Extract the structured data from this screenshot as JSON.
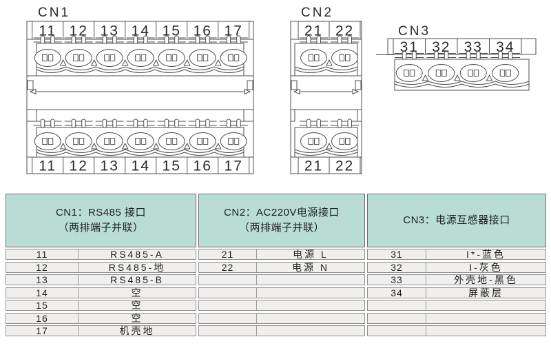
{
  "connectors": [
    {
      "id": "cn1",
      "title": "CN1",
      "terminals": [
        "11",
        "12",
        "13",
        "14",
        "15",
        "16",
        "17"
      ],
      "rows": 2
    },
    {
      "id": "cn2",
      "title": "CN2",
      "terminals": [
        "21",
        "22"
      ],
      "rows": 2
    },
    {
      "id": "cn3",
      "title": "CN3",
      "terminals": [
        "31",
        "32",
        "33",
        "34"
      ],
      "rows": 1
    }
  ],
  "table": {
    "groups": [
      {
        "header_line1": "CN1：RS485 接口",
        "header_line2": "（两排端子并联）",
        "rows": [
          [
            "11",
            "RS485-A"
          ],
          [
            "12",
            "RS485-地"
          ],
          [
            "13",
            "RS485-B"
          ],
          [
            "14",
            "空"
          ],
          [
            "15",
            "空"
          ],
          [
            "16",
            "空"
          ],
          [
            "17",
            "机壳地"
          ]
        ]
      },
      {
        "header_line1": "CN2：AC220V电源接口",
        "header_line2": "（两排端子并联）",
        "rows": [
          [
            "21",
            "电源 L"
          ],
          [
            "22",
            "电源 N"
          ],
          [
            "",
            ""
          ],
          [
            "",
            ""
          ],
          [
            "",
            ""
          ],
          [
            "",
            ""
          ],
          [
            "",
            ""
          ]
        ]
      },
      {
        "header_line1": "CN3：电源互感器接口",
        "header_line2": "",
        "rows": [
          [
            "31",
            "I*-蓝色"
          ],
          [
            "32",
            "I-灰色"
          ],
          [
            "33",
            "外壳地-黑色"
          ],
          [
            "34",
            "屏蔽层"
          ],
          [
            "",
            ""
          ],
          [
            "",
            ""
          ],
          [
            "",
            ""
          ]
        ]
      }
    ]
  },
  "colors": {
    "header_bg": "#b9dcd4",
    "row_bg": "#f0efed",
    "table_border": "#8f8f8f",
    "diagram_line": "#4d4d4d",
    "text": "#1f1f1f"
  }
}
